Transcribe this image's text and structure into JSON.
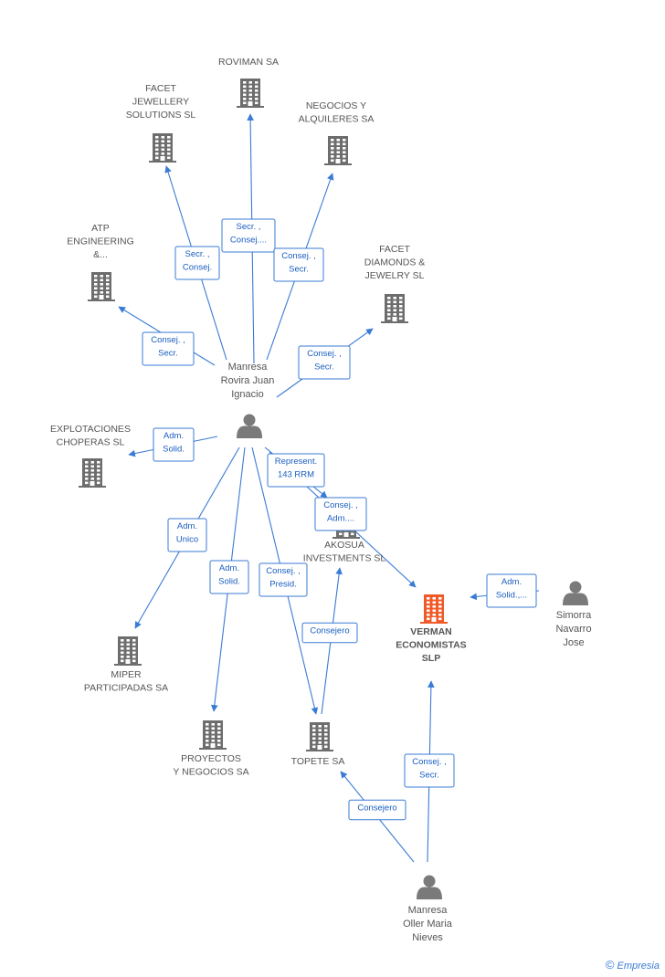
{
  "colors": {
    "edge": "#3a7bd5",
    "company_icon": "#6d6d6d",
    "main_company_icon": "#f05a28",
    "person_icon": "#7a7a7a",
    "label_text": "#555555"
  },
  "nodes": [
    {
      "id": "roviman",
      "kind": "company",
      "lines": [
        "ROVIMAN SA"
      ]
    },
    {
      "id": "facet_jewellery",
      "kind": "company",
      "lines": [
        "FACET",
        "JEWELLERY",
        "SOLUTIONS SL"
      ]
    },
    {
      "id": "negocios",
      "kind": "company",
      "lines": [
        "NEGOCIOS Y",
        "ALQUILERES SA"
      ]
    },
    {
      "id": "atp",
      "kind": "company",
      "lines": [
        "ATP",
        "ENGINEERING",
        "&..."
      ]
    },
    {
      "id": "facet_diamonds",
      "kind": "company",
      "lines": [
        "FACET",
        "DIAMONDS &",
        "JEWELRY  SL"
      ]
    },
    {
      "id": "manresa_rovira",
      "kind": "person",
      "lines": [
        "Manresa",
        "Rovira Juan",
        "Ignacio"
      ]
    },
    {
      "id": "explotaciones",
      "kind": "company",
      "lines": [
        "EXPLOTACIONES",
        "CHOPERAS SL"
      ]
    },
    {
      "id": "akosua",
      "kind": "company",
      "lines": [
        "AKOSUA",
        "INVESTMENTS SL"
      ]
    },
    {
      "id": "verman",
      "kind": "main",
      "lines": [
        "VERMAN",
        "ECONOMISTAS",
        "SLP"
      ]
    },
    {
      "id": "simorra",
      "kind": "person",
      "lines": [
        "Simorra",
        "Navarro",
        "Jose"
      ]
    },
    {
      "id": "miper",
      "kind": "company",
      "lines": [
        "MIPER",
        "PARTICIPADAS SA"
      ]
    },
    {
      "id": "proyectos",
      "kind": "company",
      "lines": [
        "PROYECTOS",
        "Y NEGOCIOS SA"
      ]
    },
    {
      "id": "topete",
      "kind": "company",
      "lines": [
        "TOPETE SA"
      ]
    },
    {
      "id": "manresa_oller",
      "kind": "person",
      "lines": [
        "Manresa",
        "Oller Maria",
        "Nieves"
      ]
    }
  ],
  "edges": [
    {
      "from": "manresa_rovira",
      "to": "roviman",
      "lines": [
        "Secr. ,",
        "Consej...."
      ]
    },
    {
      "from": "manresa_rovira",
      "to": "facet_jewellery",
      "lines": [
        "Secr. ,",
        "Consej."
      ]
    },
    {
      "from": "manresa_rovira",
      "to": "negocios",
      "lines": [
        "Consej. ,",
        "Secr."
      ]
    },
    {
      "from": "manresa_rovira",
      "to": "atp",
      "lines": [
        "Consej. ,",
        "Secr."
      ]
    },
    {
      "from": "manresa_rovira",
      "to": "facet_diamonds",
      "lines": [
        "Consej. ,",
        "Secr."
      ]
    },
    {
      "from": "manresa_rovira",
      "to": "explotaciones",
      "lines": [
        "Adm.",
        "Solid."
      ]
    },
    {
      "from": "manresa_rovira",
      "to": "akosua",
      "lines": [
        "Represent.",
        "143 RRM"
      ]
    },
    {
      "from": "manresa_rovira",
      "to": "verman",
      "lines": [
        "Consej. ,",
        "Adm...."
      ]
    },
    {
      "from": "manresa_rovira",
      "to": "miper",
      "lines": [
        "Adm.",
        "Unico"
      ]
    },
    {
      "from": "manresa_rovira",
      "to": "proyectos",
      "lines": [
        "Adm.",
        "Solid."
      ]
    },
    {
      "from": "manresa_rovira",
      "to": "topete",
      "lines": [
        "Consej. ,",
        "Presid."
      ]
    },
    {
      "from": "topete",
      "to": "akosua",
      "lines": [
        "Consejero"
      ]
    },
    {
      "from": "simorra",
      "to": "verman",
      "lines": [
        "Adm.",
        "Solid.,..."
      ]
    },
    {
      "from": "manresa_oller",
      "to": "verman",
      "lines": [
        "Consej. ,",
        "Secr."
      ]
    },
    {
      "from": "manresa_oller",
      "to": "topete",
      "lines": [
        "Consejero"
      ]
    }
  ],
  "brand": {
    "copyright_symbol": "©",
    "name": "Empresia"
  }
}
